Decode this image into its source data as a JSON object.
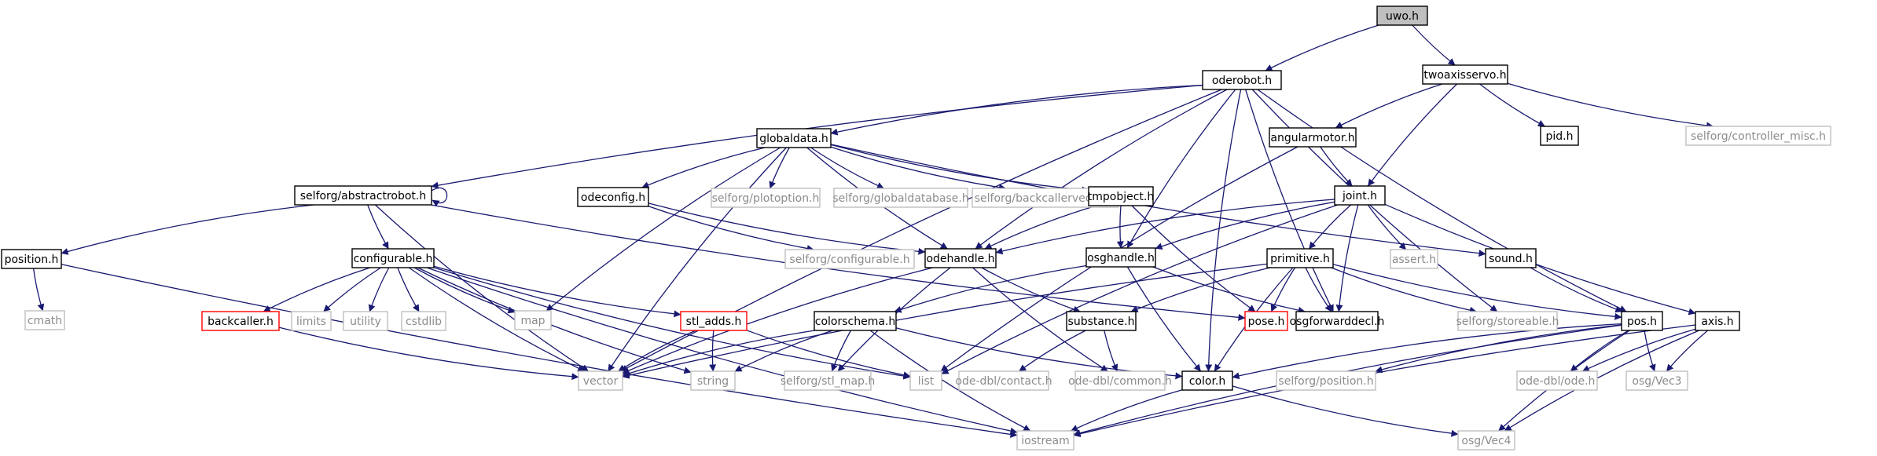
{
  "diagram": {
    "title": "uwo.h",
    "colors": {
      "edge": "#191970",
      "node_border": "#000000",
      "external_border": "#bfbfbf",
      "external_text": "#8c8c8c",
      "missing_border": "#ff0000",
      "root_fill": "#bfbfbf",
      "node_fill": "#ffffff",
      "text": "#000000"
    },
    "nodes": [
      {
        "id": "uwo",
        "label": "uwo.h",
        "kind": "root"
      },
      {
        "id": "oderobot",
        "label": "oderobot.h",
        "kind": "normal"
      },
      {
        "id": "twoaxisservo",
        "label": "twoaxisservo.h",
        "kind": "normal"
      },
      {
        "id": "globaldata",
        "label": "globaldata.h",
        "kind": "normal"
      },
      {
        "id": "angularmotor",
        "label": "angularmotor.h",
        "kind": "normal"
      },
      {
        "id": "pid",
        "label": "pid.h",
        "kind": "normal"
      },
      {
        "id": "controller_misc",
        "label": "selforg/controller_misc.h",
        "kind": "external"
      },
      {
        "id": "abstractrobot",
        "label": "selforg/abstractrobot.h",
        "kind": "normal"
      },
      {
        "id": "odeconfig",
        "label": "odeconfig.h",
        "kind": "normal"
      },
      {
        "id": "plotoption",
        "label": "selforg/plotoption.h",
        "kind": "external"
      },
      {
        "id": "globaldatabase",
        "label": "selforg/globaldatabase.h",
        "kind": "external"
      },
      {
        "id": "backcallervector",
        "label": "selforg/backcallervector.h",
        "kind": "external"
      },
      {
        "id": "tmpobject",
        "label": "tmpobject.h",
        "kind": "normal"
      },
      {
        "id": "joint",
        "label": "joint.h",
        "kind": "normal"
      },
      {
        "id": "position",
        "label": "position.h",
        "kind": "normal"
      },
      {
        "id": "configurable",
        "label": "configurable.h",
        "kind": "normal"
      },
      {
        "id": "configurable_sf",
        "label": "selforg/configurable.h",
        "kind": "external"
      },
      {
        "id": "odehandle",
        "label": "odehandle.h",
        "kind": "normal"
      },
      {
        "id": "osghandle",
        "label": "osghandle.h",
        "kind": "normal"
      },
      {
        "id": "primitive",
        "label": "primitive.h",
        "kind": "normal"
      },
      {
        "id": "assert",
        "label": "assert.h",
        "kind": "external"
      },
      {
        "id": "sound",
        "label": "sound.h",
        "kind": "normal"
      },
      {
        "id": "cmath",
        "label": "cmath",
        "kind": "external"
      },
      {
        "id": "backcaller",
        "label": "backcaller.h",
        "kind": "missing"
      },
      {
        "id": "limits",
        "label": "limits",
        "kind": "external"
      },
      {
        "id": "utility",
        "label": "utility",
        "kind": "external"
      },
      {
        "id": "cstdlib",
        "label": "cstdlib",
        "kind": "external"
      },
      {
        "id": "map",
        "label": "map",
        "kind": "external"
      },
      {
        "id": "stl_adds",
        "label": "stl_adds.h",
        "kind": "missing"
      },
      {
        "id": "colorschema",
        "label": "colorschema.h",
        "kind": "normal"
      },
      {
        "id": "substance",
        "label": "substance.h",
        "kind": "normal"
      },
      {
        "id": "pose",
        "label": "pose.h",
        "kind": "missing"
      },
      {
        "id": "osgforwarddecl",
        "label": "osgforwarddecl.h",
        "kind": "normal"
      },
      {
        "id": "storeable",
        "label": "selforg/storeable.h",
        "kind": "external"
      },
      {
        "id": "pos",
        "label": "pos.h",
        "kind": "normal"
      },
      {
        "id": "axis",
        "label": "axis.h",
        "kind": "normal"
      },
      {
        "id": "vector",
        "label": "vector",
        "kind": "external"
      },
      {
        "id": "string",
        "label": "string",
        "kind": "external"
      },
      {
        "id": "stl_map",
        "label": "selforg/stl_map.h",
        "kind": "external"
      },
      {
        "id": "list",
        "label": "list",
        "kind": "external"
      },
      {
        "id": "contact",
        "label": "ode-dbl/contact.h",
        "kind": "external"
      },
      {
        "id": "common",
        "label": "ode-dbl/common.h",
        "kind": "external"
      },
      {
        "id": "color",
        "label": "color.h",
        "kind": "normal"
      },
      {
        "id": "position_sf",
        "label": "selforg/position.h",
        "kind": "external"
      },
      {
        "id": "ode",
        "label": "ode-dbl/ode.h",
        "kind": "external"
      },
      {
        "id": "vec3",
        "label": "osg/Vec3",
        "kind": "external"
      },
      {
        "id": "iostream",
        "label": "iostream",
        "kind": "external"
      },
      {
        "id": "vec4",
        "label": "osg/Vec4",
        "kind": "external"
      }
    ],
    "edges": [
      [
        "uwo",
        "oderobot"
      ],
      [
        "uwo",
        "twoaxisservo"
      ],
      [
        "oderobot",
        "globaldata"
      ],
      [
        "oderobot",
        "abstractrobot"
      ],
      [
        "oderobot",
        "odehandle"
      ],
      [
        "oderobot",
        "osghandle"
      ],
      [
        "oderobot",
        "osgforwarddecl"
      ],
      [
        "oderobot",
        "storeable"
      ],
      [
        "oderobot",
        "pos"
      ],
      [
        "oderobot",
        "color"
      ],
      [
        "oderobot",
        "vector"
      ],
      [
        "twoaxisservo",
        "angularmotor"
      ],
      [
        "twoaxisservo",
        "pid"
      ],
      [
        "twoaxisservo",
        "controller_misc"
      ],
      [
        "twoaxisservo",
        "joint"
      ],
      [
        "globaldata",
        "odeconfig"
      ],
      [
        "globaldata",
        "plotoption"
      ],
      [
        "globaldata",
        "globaldatabase"
      ],
      [
        "globaldata",
        "backcallervector"
      ],
      [
        "globaldata",
        "tmpobject"
      ],
      [
        "globaldata",
        "sound"
      ],
      [
        "globaldata",
        "odehandle"
      ],
      [
        "globaldata",
        "map"
      ],
      [
        "globaldata",
        "vector"
      ],
      [
        "angularmotor",
        "joint"
      ],
      [
        "angularmotor",
        "list"
      ],
      [
        "abstractrobot",
        "abstractrobot"
      ],
      [
        "abstractrobot",
        "position"
      ],
      [
        "abstractrobot",
        "configurable"
      ],
      [
        "abstractrobot",
        "pose"
      ],
      [
        "abstractrobot",
        "vector"
      ],
      [
        "odeconfig",
        "configurable_sf"
      ],
      [
        "odeconfig",
        "odehandle"
      ],
      [
        "tmpobject",
        "odehandle"
      ],
      [
        "tmpobject",
        "osghandle"
      ],
      [
        "tmpobject",
        "pose"
      ],
      [
        "joint",
        "primitive"
      ],
      [
        "joint",
        "assert"
      ],
      [
        "joint",
        "odehandle"
      ],
      [
        "joint",
        "osghandle"
      ],
      [
        "joint",
        "osgforwarddecl"
      ],
      [
        "joint",
        "axis"
      ],
      [
        "joint",
        "list"
      ],
      [
        "position",
        "cmath"
      ],
      [
        "position",
        "iostream"
      ],
      [
        "configurable",
        "backcaller"
      ],
      [
        "configurable",
        "limits"
      ],
      [
        "configurable",
        "utility"
      ],
      [
        "configurable",
        "cstdlib"
      ],
      [
        "configurable",
        "map"
      ],
      [
        "configurable",
        "stl_adds"
      ],
      [
        "configurable",
        "iostream"
      ],
      [
        "configurable",
        "string"
      ],
      [
        "configurable",
        "list"
      ],
      [
        "configurable",
        "vector"
      ],
      [
        "odehandle",
        "substance"
      ],
      [
        "odehandle",
        "common"
      ],
      [
        "odehandle",
        "vector"
      ],
      [
        "odehandle",
        "stl_map"
      ],
      [
        "osghandle",
        "colorschema"
      ],
      [
        "osghandle",
        "osgforwarddecl"
      ],
      [
        "osghandle",
        "color"
      ],
      [
        "primitive",
        "pose"
      ],
      [
        "primitive",
        "osgforwarddecl"
      ],
      [
        "primitive",
        "storeable"
      ],
      [
        "primitive",
        "substance"
      ],
      [
        "primitive",
        "pos"
      ],
      [
        "primitive",
        "color"
      ],
      [
        "primitive",
        "vector"
      ],
      [
        "sound",
        "pos"
      ],
      [
        "backcaller",
        "vector"
      ],
      [
        "stl_adds",
        "vector"
      ],
      [
        "stl_adds",
        "string"
      ],
      [
        "stl_adds",
        "list"
      ],
      [
        "colorschema",
        "color"
      ],
      [
        "colorschema",
        "vector"
      ],
      [
        "colorschema",
        "string"
      ],
      [
        "colorschema",
        "stl_map"
      ],
      [
        "colorschema",
        "iostream"
      ],
      [
        "substance",
        "contact"
      ],
      [
        "substance",
        "common"
      ],
      [
        "pos",
        "position_sf"
      ],
      [
        "pos",
        "ode"
      ],
      [
        "pos",
        "vec3"
      ],
      [
        "pos",
        "vec4"
      ],
      [
        "pos",
        "iostream"
      ],
      [
        "pos",
        "color"
      ],
      [
        "axis",
        "ode"
      ],
      [
        "axis",
        "vec3"
      ],
      [
        "axis",
        "vec4"
      ],
      [
        "axis",
        "iostream"
      ],
      [
        "color",
        "iostream"
      ],
      [
        "color",
        "vec4"
      ]
    ]
  }
}
